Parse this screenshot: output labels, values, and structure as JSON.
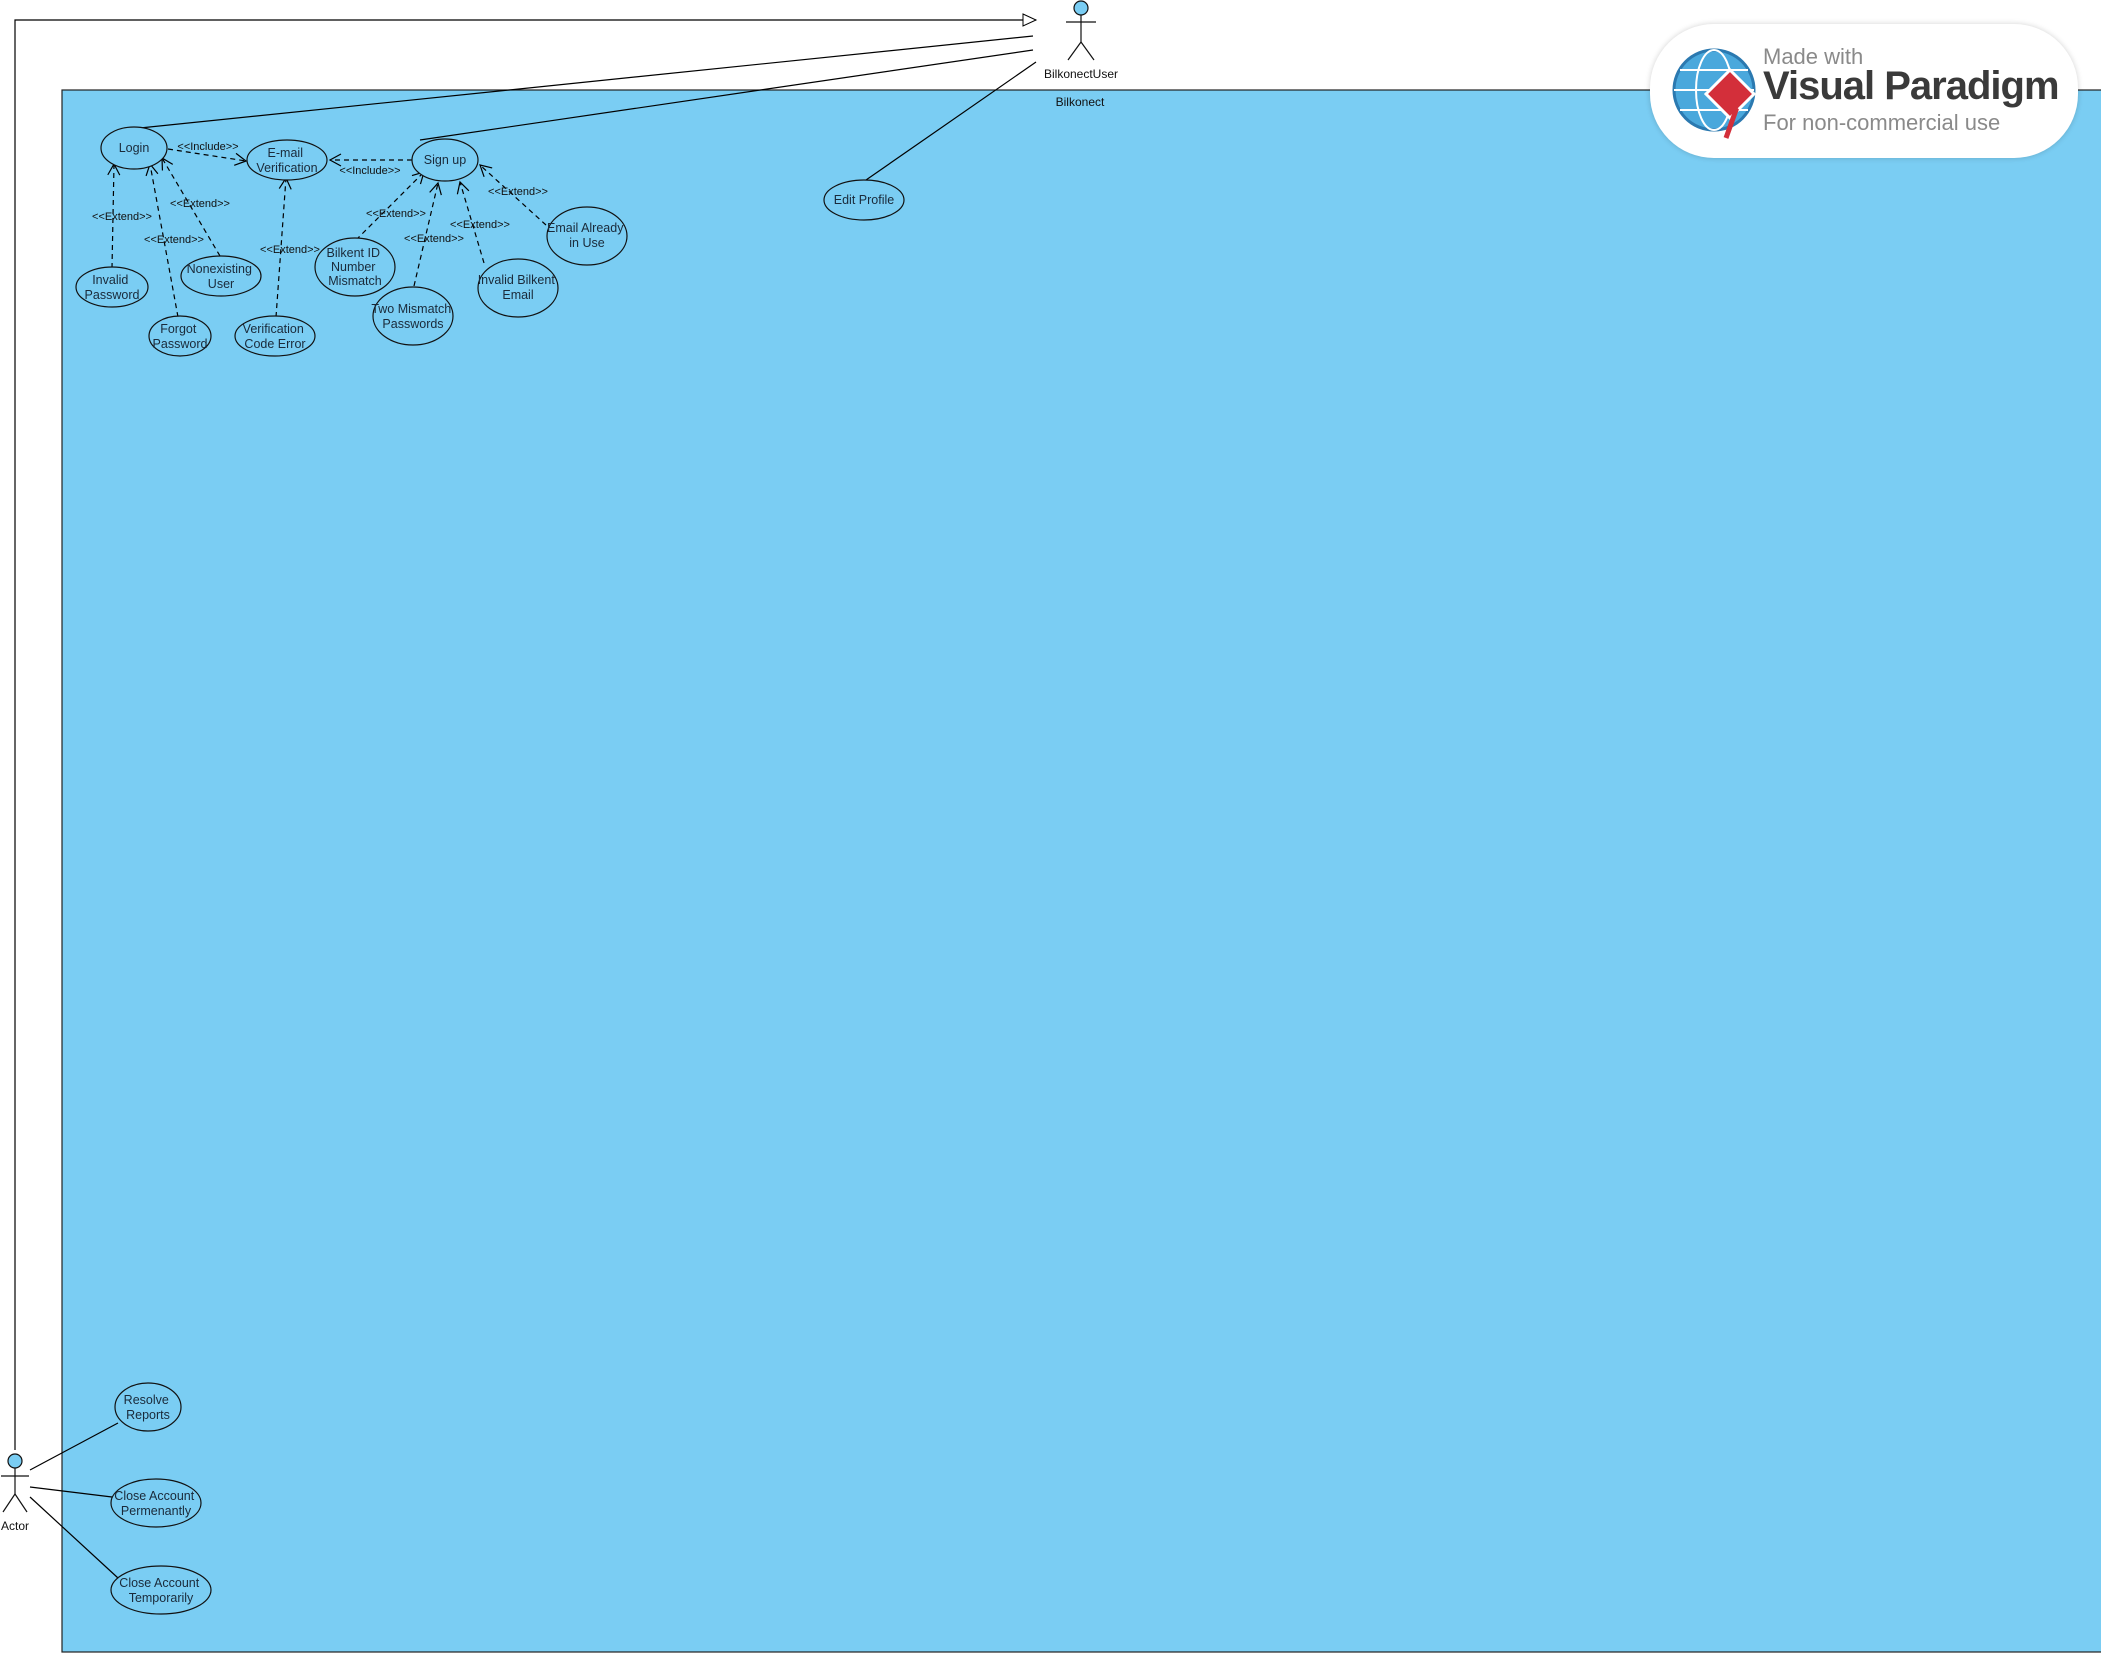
{
  "system": {
    "label": "Bilkonect"
  },
  "actors": {
    "user": "BilkonectUser",
    "admin": "Actor"
  },
  "use_cases": {
    "login": [
      "Login"
    ],
    "email_verification": [
      "E-mail",
      "Verification"
    ],
    "sign_up": [
      "Sign up"
    ],
    "edit_profile": [
      "Edit Profile"
    ],
    "invalid_password": [
      "Invalid",
      "Password"
    ],
    "forgot_password": [
      "Forgot",
      "Password"
    ],
    "nonexisting_user": [
      "Nonexisting",
      "User"
    ],
    "verification_code_error": [
      "Verification",
      "Code Error"
    ],
    "bilkent_id_mismatch": [
      "Bilkent ID",
      "Number",
      "Mismatch"
    ],
    "two_mismatch_passwords": [
      "Two Mismatch",
      "Passwords"
    ],
    "invalid_bilkent_email": [
      "Invalid Bilkent",
      "Email"
    ],
    "email_already_in_use": [
      "Email Already",
      "in Use"
    ],
    "resolve_reports": [
      "Resolve",
      "Reports"
    ],
    "close_account_permanently": [
      "Close Account",
      "Permenantly"
    ],
    "close_account_temporarily": [
      "Close Account",
      "Temporarily"
    ]
  },
  "relations": {
    "include": "<<Include>>",
    "extend": "<<Extend>>"
  },
  "watermark": {
    "made_with": "Made with",
    "brand": "Visual Paradigm",
    "note": "For non-commercial use"
  },
  "colors": {
    "system_fill": "#7acdf3",
    "use_case_fill": "#7acdf3",
    "actor_head": "#7acdf3",
    "line": "#000000"
  }
}
